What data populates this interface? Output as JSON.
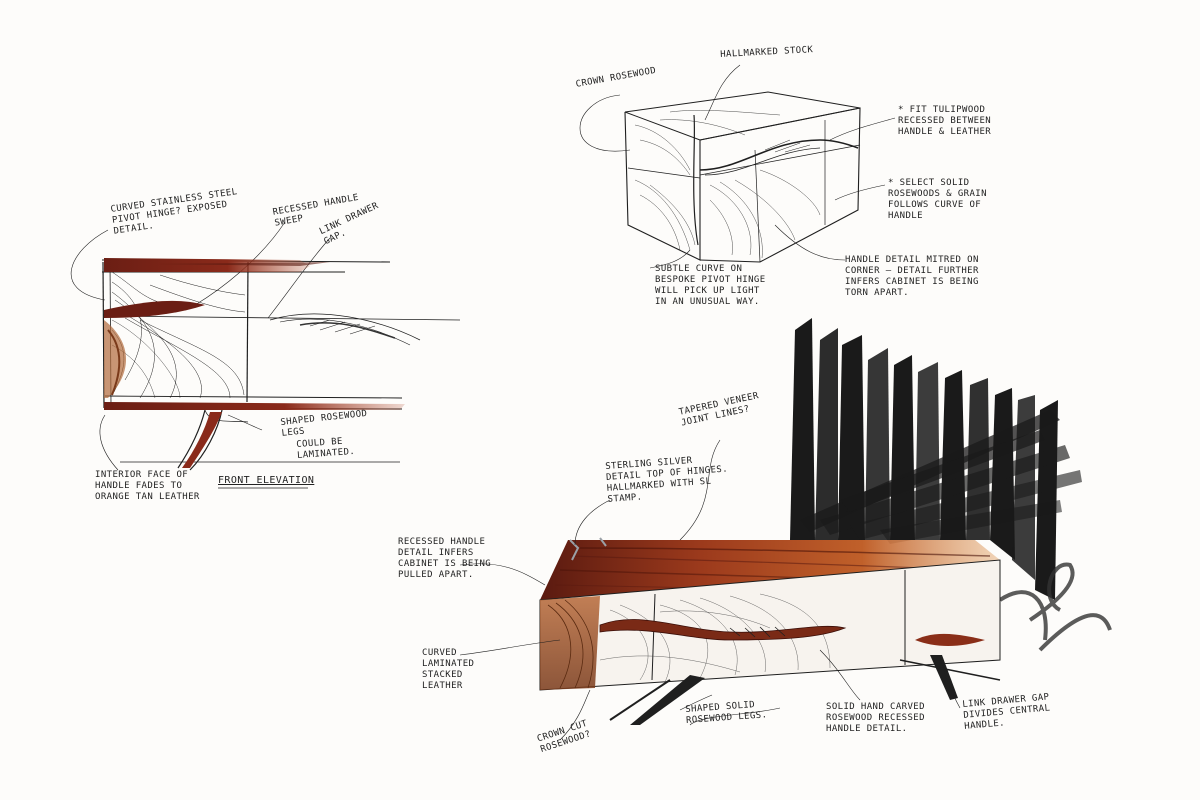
{
  "sheet": {
    "colors": {
      "ink": "#1f1f1f",
      "marker_black": "#1a1a1a",
      "rosewood_dark": "#6b1e14",
      "rosewood_mid": "#9c3a1c",
      "rosewood_light": "#c86a30",
      "paper": "#fdfcfa"
    },
    "front_elevation": {
      "title": "Front Elevation",
      "notes": [
        "Curved stainless steel pivot hinge? Exposed detail.",
        "Recessed handle sweep",
        "Link drawer gap.",
        "Shaped rosewood legs",
        "Could be laminated.",
        "Interior face of handle fades to orange tan leather"
      ]
    },
    "cabinet_3d": {
      "notes": [
        "Crown rosewood",
        "Hallmarked stock",
        "* Fit tulipwood recessed between handle & leather",
        "* Select solid rosewoods & grain follows curve of handle",
        "Subtle curve on bespoke pivot hinge will pick up light in an unusual way.",
        "Handle detail mitred on corner — detail further infers cabinet is being torn apart."
      ]
    },
    "rendered_cabinet": {
      "notes": [
        "Tapered veneer joint lines?",
        "Sterling silver detail top of hinges. Hallmarked with SL stamp.",
        "Recessed handle detail infers cabinet is being pulled apart.",
        "Curved laminated stacked leather",
        "Crown cut rosewood?",
        "Shaped solid rosewood legs.",
        "Solid hand carved rosewood recessed handle detail.",
        "Link drawer gap divides central handle."
      ]
    }
  }
}
